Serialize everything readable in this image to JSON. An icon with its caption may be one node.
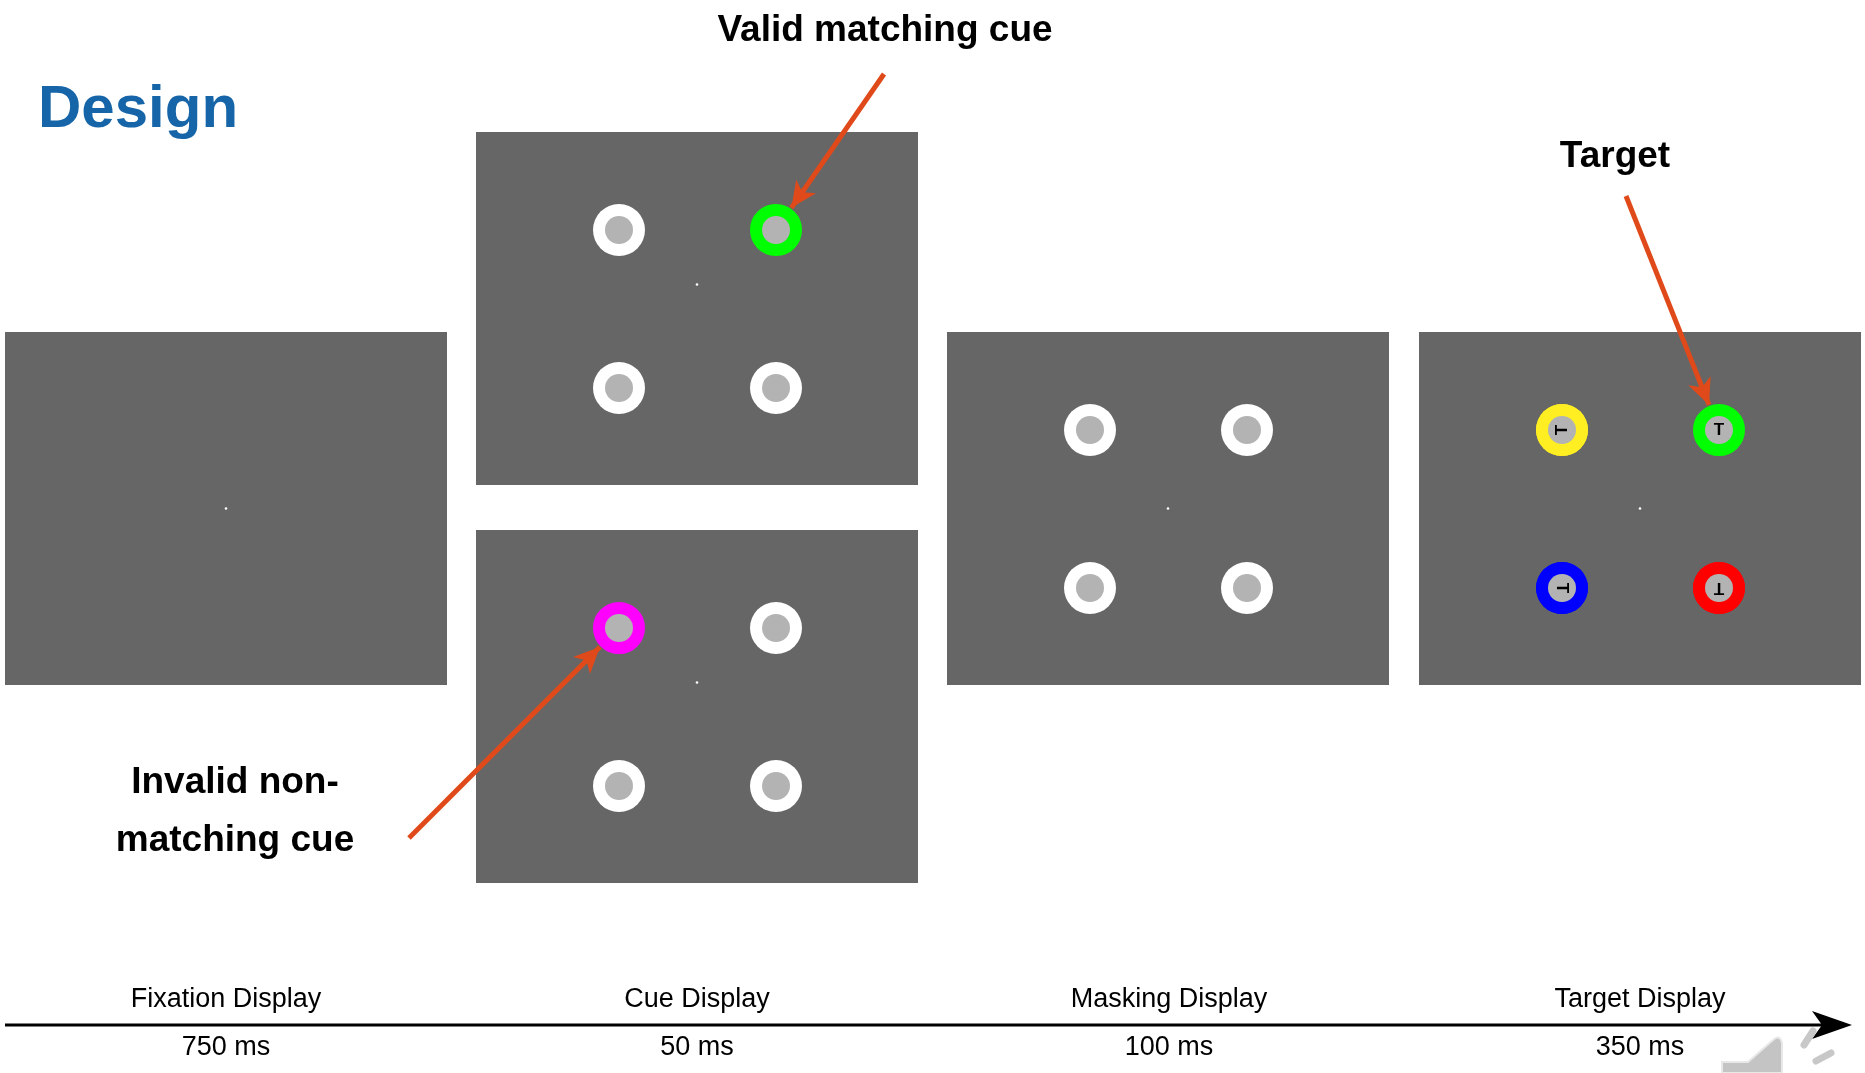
{
  "diagram": {
    "title": "Design",
    "nodes": [
      {
        "text": [
          "Valid matching cue"
        ]
      },
      {
        "text": [],
        "shape": "circle"
      },
      {
        "text": [
          "Target"
        ]
      },
      {
        "text": [],
        "shape": "circle"
      },
      {
        "text": [],
        "shape": "circle"
      },
      {
        "text": [
          "Invalid non-matching cue"
        ]
      }
    ],
    "edges": [
      {
        "from": 0,
        "to": 1,
        "arrow": "to"
      },
      {
        "from": 2,
        "to": 3,
        "arrow": "to"
      },
      {
        "from": 5,
        "to": 4,
        "arrow": "to"
      }
    ],
    "labels": [
      "T",
      "T",
      "T",
      "T",
      "Fixation Display",
      "Cue Display",
      "Masking Display",
      "Target Display",
      "750 ms",
      "50 ms",
      "100 ms",
      "350 ms"
    ]
  }
}
